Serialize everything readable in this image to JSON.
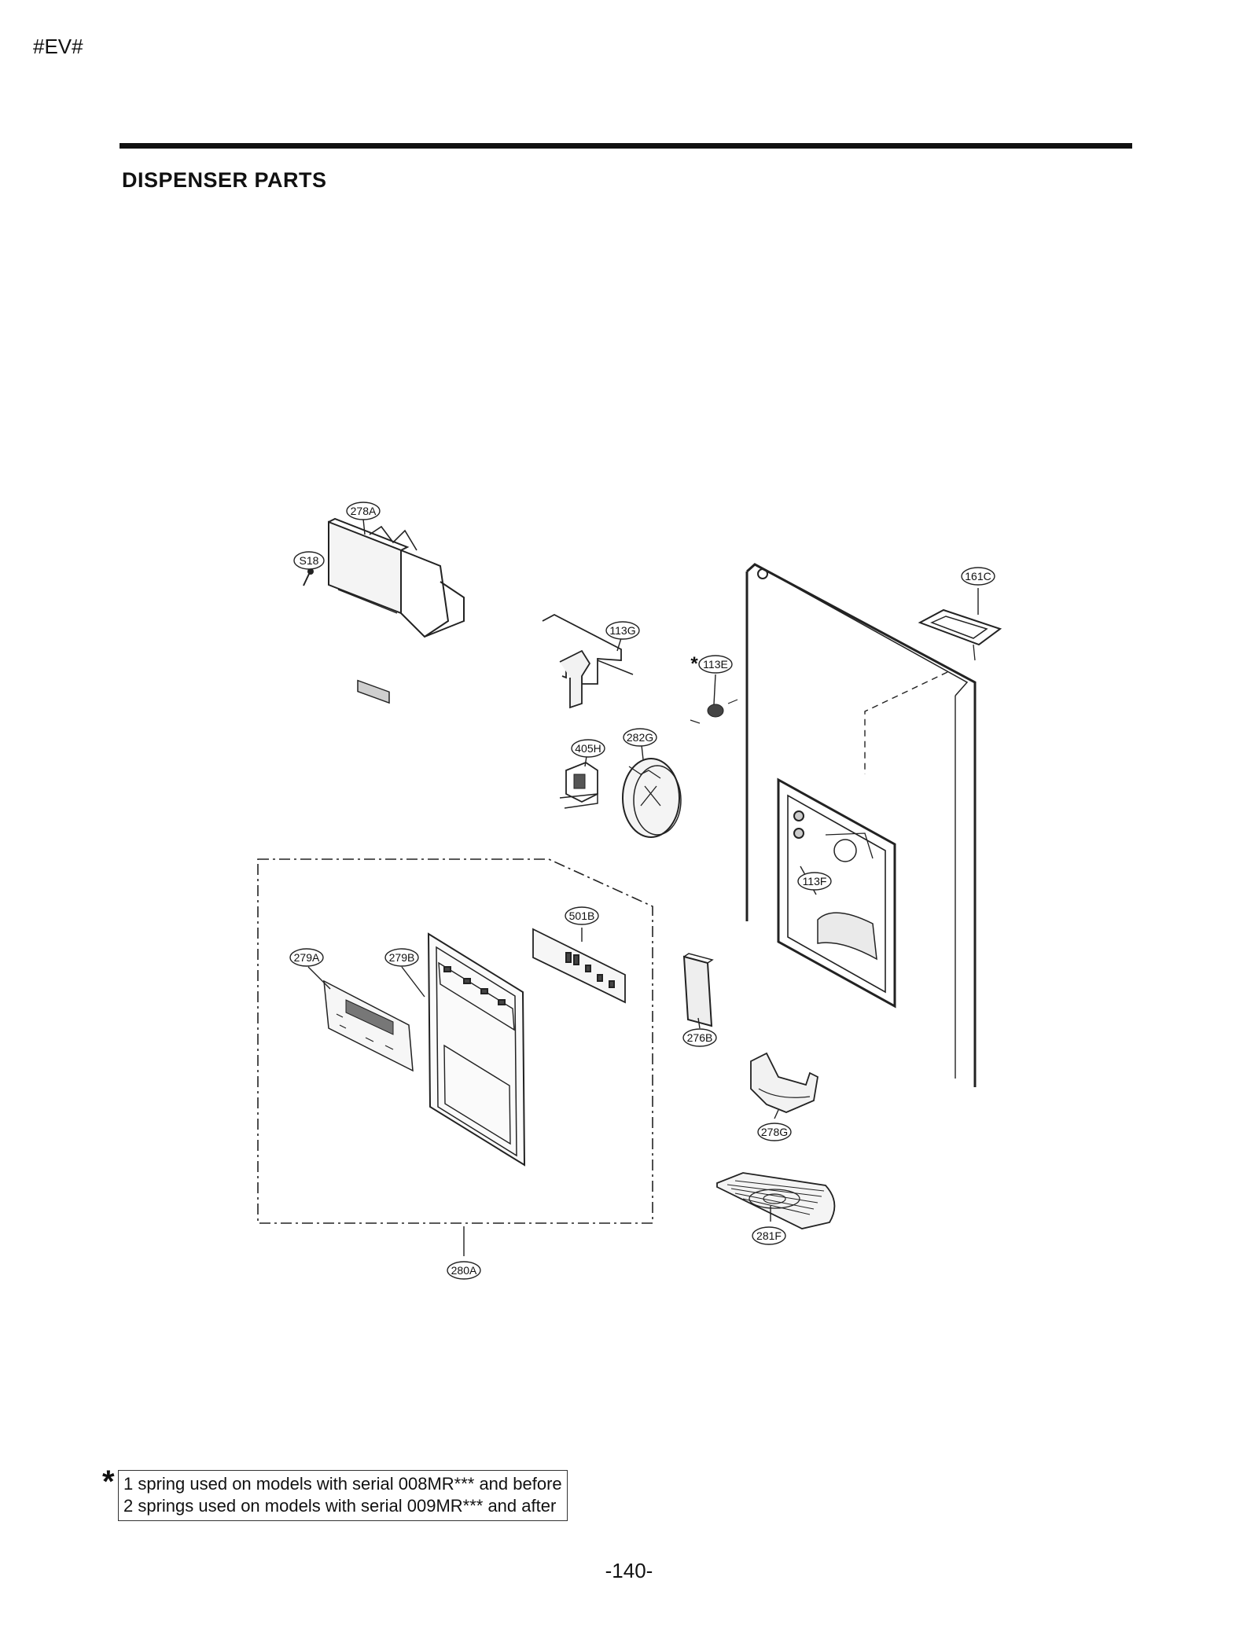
{
  "header": {
    "code": "#EV#"
  },
  "section": {
    "title": "DISPENSER  PARTS"
  },
  "callouts": {
    "c278A": "278A",
    "cS18": "S18",
    "c161C": "161C",
    "c113G": "113G",
    "c113E": "113E",
    "c405H": "405H",
    "c282G": "282G",
    "c113F": "113F",
    "c501B": "501B",
    "c279A": "279A",
    "c279B": "279B",
    "c276B": "276B",
    "c278G": "278G",
    "c281F": "281F",
    "c280A": "280A"
  },
  "note": {
    "marker": "*",
    "line1": "1 spring used on models with serial 008MR*** and before",
    "line2": "2 springs used on models with serial 009MR*** and after"
  },
  "footer": {
    "page_number": "-140-"
  }
}
